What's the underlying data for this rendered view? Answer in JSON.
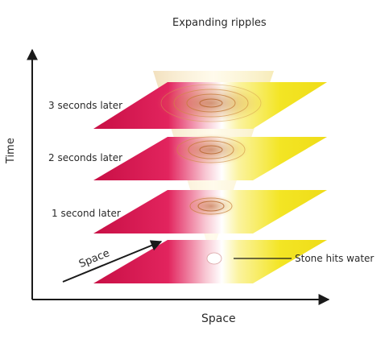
{
  "title": "Expanding ripples",
  "axes": {
    "vertical_label": "Time",
    "horizontal_label": "Space",
    "depth_label": "Space"
  },
  "layers": [
    {
      "label": "Stone hits water"
    },
    {
      "label": "1 second later"
    },
    {
      "label": "2 seconds later"
    },
    {
      "label": "3 seconds later"
    }
  ],
  "colors": {
    "left_sheet": "#d8124a",
    "right_sheet": "#f2e21a",
    "cone": "#f6e3b0",
    "ripple": "#c9782a",
    "axis": "#1a1a1a"
  }
}
